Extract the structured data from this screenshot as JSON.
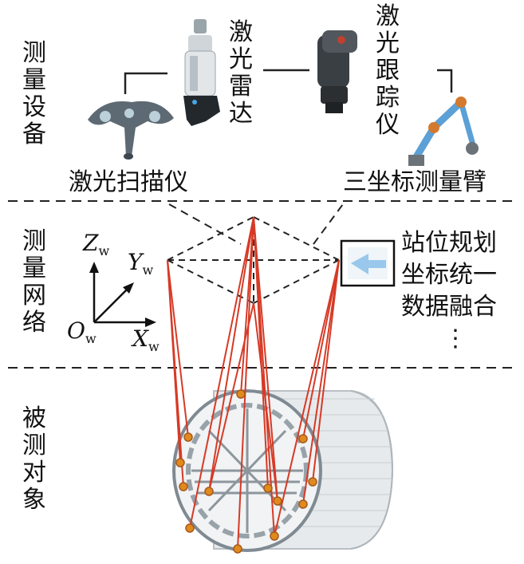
{
  "sections": {
    "equipment": "测量设备",
    "network": "测量网络",
    "object": "被测对象"
  },
  "devices": {
    "laser_radar": "激光雷达",
    "laser_tracker": "激光跟踪仪",
    "laser_scanner": "激光扫描仪",
    "cmm_arm": "三坐标测量臂"
  },
  "tasks": [
    "站位规划",
    "坐标统一",
    "数据融合",
    "⋮"
  ],
  "axes": {
    "z": "Z",
    "y": "Y",
    "x": "X",
    "o": "O",
    "subscript": "w"
  },
  "colors": {
    "ray": "#d63a26",
    "target": "#e08a1e",
    "dash": "#222222"
  }
}
